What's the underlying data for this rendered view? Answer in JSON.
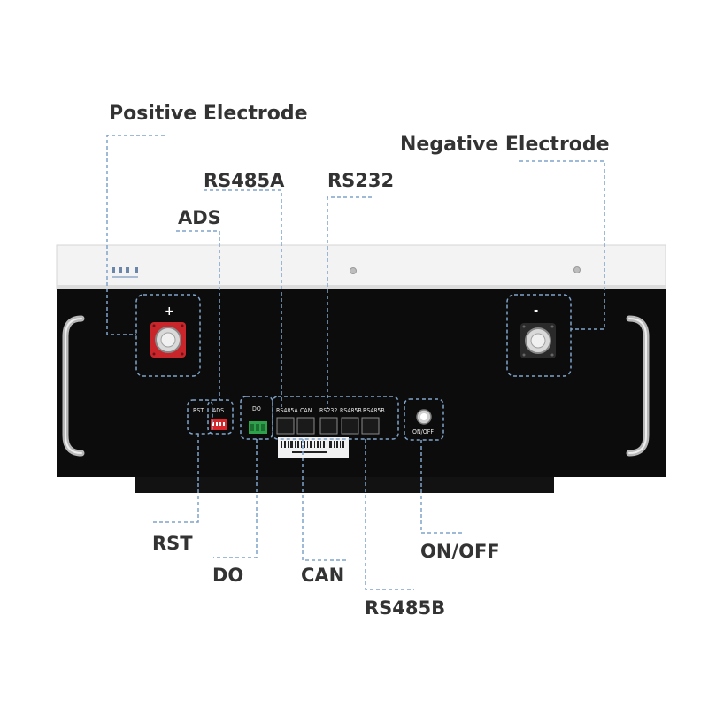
{
  "callouts": {
    "positive_electrode": "Positive Electrode",
    "negative_electrode": "Negative Electrode",
    "rs485a": "RS485A",
    "rs232": "RS232",
    "ads": "ADS",
    "rst": "RST",
    "do": "DO",
    "can": "CAN",
    "rs485b": "RS485B",
    "on_off": "ON/OFF"
  },
  "panel": {
    "rst": "RST",
    "ads": "ADS",
    "do": "DO",
    "rs485a": "RS485A",
    "can": "CAN",
    "rs232": "RS232",
    "rs485b_1": "RS485B",
    "rs485b_2": "RS485B",
    "on_off": "ON/OFF",
    "plus": "+",
    "minus": "-"
  },
  "colors": {
    "leader_line": "#7fa3c9",
    "callout_text": "#333333",
    "front_panel": "#0c0c0c",
    "top_cover": "#f3f3f3",
    "positive_terminal": "#c8262b",
    "dip_switch": "#d9262b",
    "do_connector": "#2ea24a"
  }
}
